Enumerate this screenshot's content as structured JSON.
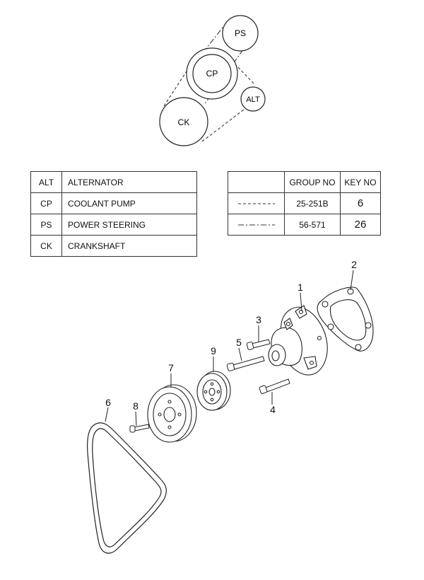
{
  "belt_routing": {
    "pulleys": {
      "ps": "PS",
      "cp": "CP",
      "alt": "ALT",
      "ck": "CK"
    }
  },
  "legend_table": {
    "rows": [
      {
        "abbr": "ALT",
        "name": "ALTERNATOR"
      },
      {
        "abbr": "CP",
        "name": "COOLANT PUMP"
      },
      {
        "abbr": "PS",
        "name": "POWER STEERING"
      },
      {
        "abbr": "CK",
        "name": "CRANKSHAFT"
      }
    ]
  },
  "group_table": {
    "headers": {
      "line": "",
      "group_no": "GROUP NO",
      "key_no": "KEY NO"
    },
    "rows": [
      {
        "group_no": "25-251B",
        "key_no": "6"
      },
      {
        "group_no": "56-571",
        "key_no": "26"
      }
    ]
  },
  "callouts": {
    "c1": "1",
    "c2": "2",
    "c3": "3",
    "c4": "4",
    "c5": "5",
    "c6": "6",
    "c7": "7",
    "c8": "8",
    "c9": "9"
  }
}
